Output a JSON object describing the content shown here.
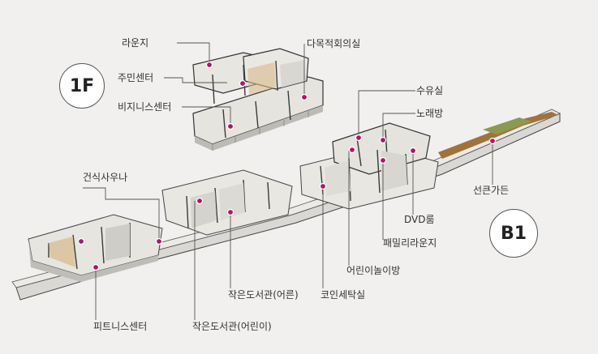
{
  "floors": {
    "upper": "1F",
    "lower": "B1"
  },
  "labels": {
    "lounge": "라운지",
    "community_center": "주민센터",
    "business_center": "비지니스센터",
    "multipurpose_room": "다목적회의실",
    "nursing_room": "수유실",
    "karaoke_room": "노래방",
    "dry_sauna": "건식사우나",
    "sunken_garden": "선큰가든",
    "dvd_room": "DVD룸",
    "family_lounge": "패밀리라운지",
    "kids_playroom": "어린이놀이방",
    "library_adult": "작은도서관(어른)",
    "coin_laundry": "코인세탁실",
    "fitness_center": "피트니스센터",
    "library_kids": "작은도서관(어린이)"
  },
  "colors": {
    "background": "#f1f0ee",
    "leader_line": "#555555",
    "marker": "#b0146a",
    "floor_fill": "#e9e8e4",
    "wall": "#3a3a3a",
    "wood": "#a0733c",
    "grass": "#8a9a52"
  }
}
